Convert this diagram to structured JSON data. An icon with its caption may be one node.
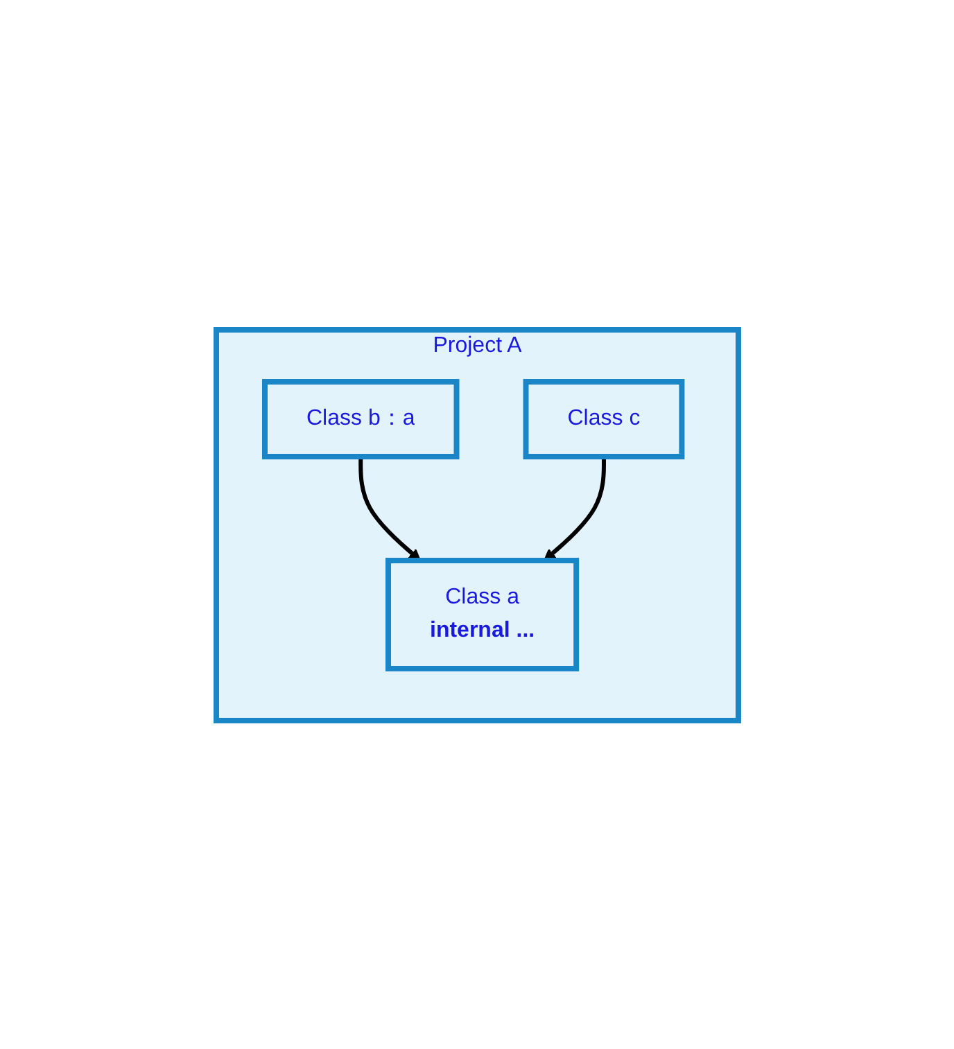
{
  "diagram": {
    "nodes": [
      {
        "text": [
          "Project A"
        ]
      },
      {
        "text": [
          "Class a",
          "internal ..."
        ],
        "in": 0
      },
      {
        "text": [
          "Class b：a"
        ],
        "in": 0
      },
      {
        "text": [
          "Class c"
        ],
        "in": 0
      }
    ],
    "edges": [
      {
        "from": 2,
        "to": 1,
        "arrow": "to"
      },
      {
        "from": 3,
        "to": 1,
        "arrow": "to"
      }
    ]
  }
}
